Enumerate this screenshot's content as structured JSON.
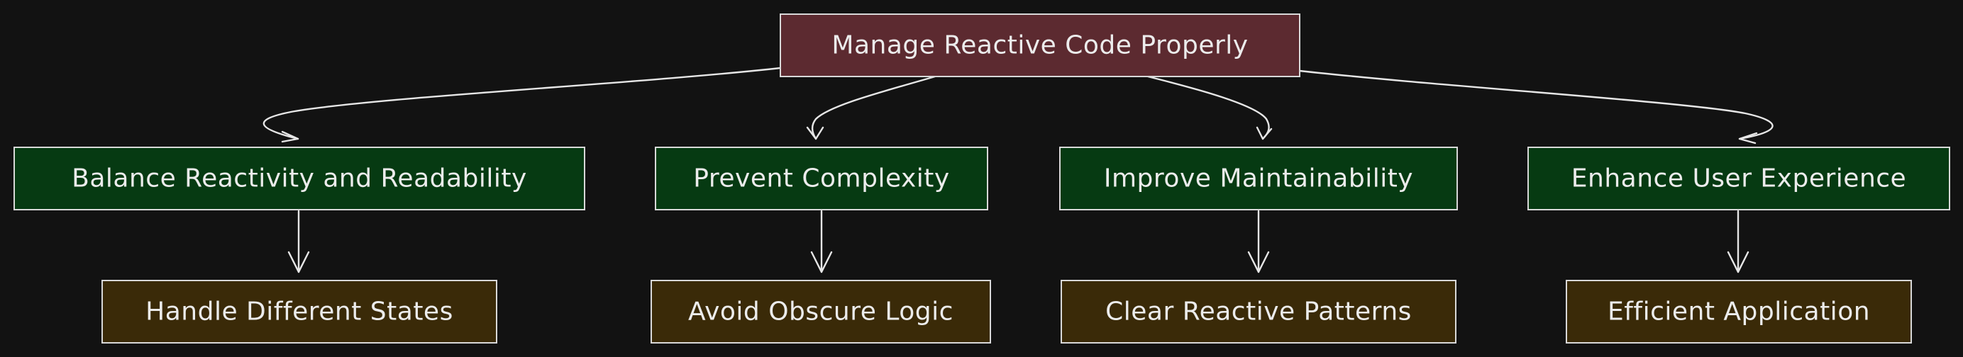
{
  "colors": {
    "background": "#121212",
    "root_fill": "#5c2a30",
    "category_fill": "#063a12",
    "leaf_fill": "#3a2a08",
    "border": "#d8d8d8",
    "text": "#ececec",
    "edge": "#e6e6e6"
  },
  "root": {
    "label": "Manage Reactive Code Properly"
  },
  "categories": [
    {
      "label": "Balance Reactivity and Readability",
      "child": "Handle Different States"
    },
    {
      "label": "Prevent Complexity",
      "child": "Avoid Obscure Logic"
    },
    {
      "label": "Improve Maintainability",
      "child": "Clear Reactive Patterns"
    },
    {
      "label": "Enhance User Experience",
      "child": "Efficient Application"
    }
  ]
}
